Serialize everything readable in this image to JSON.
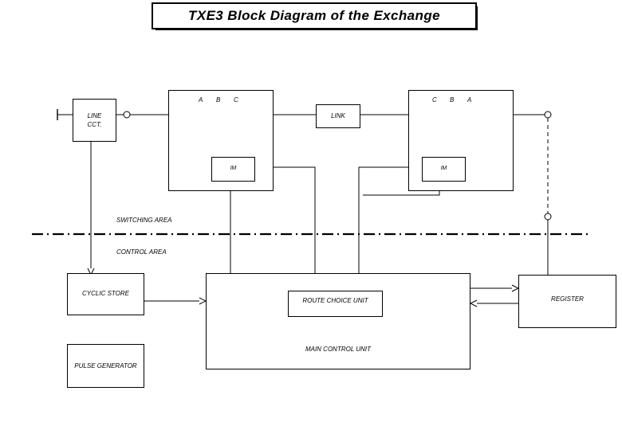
{
  "diagram": {
    "title": "TXE3 Block Diagram of the Exchange",
    "areas": {
      "switching": "SWITCHING AREA",
      "control": "CONTROL AREA"
    },
    "blocks": {
      "line_cct_line1": "LINE",
      "line_cct_line2": "CCT.",
      "im_left": "IM",
      "im_right": "IM",
      "link": "LINK",
      "cyclic_store": "CYCLIC STORE",
      "pulse_generator": "PULSE GENERATOR",
      "main_control_unit": "MAIN CONTROL UNIT",
      "route_choice_unit": "ROUTE CHOICE UNIT",
      "register": "REGISTER"
    },
    "crosspoints_left": [
      "A",
      "B",
      "C"
    ],
    "crosspoints_right": [
      "C",
      "B",
      "A"
    ],
    "colors": {
      "line": "#000000",
      "background": "#ffffff",
      "title_shadow": "#000000"
    }
  }
}
